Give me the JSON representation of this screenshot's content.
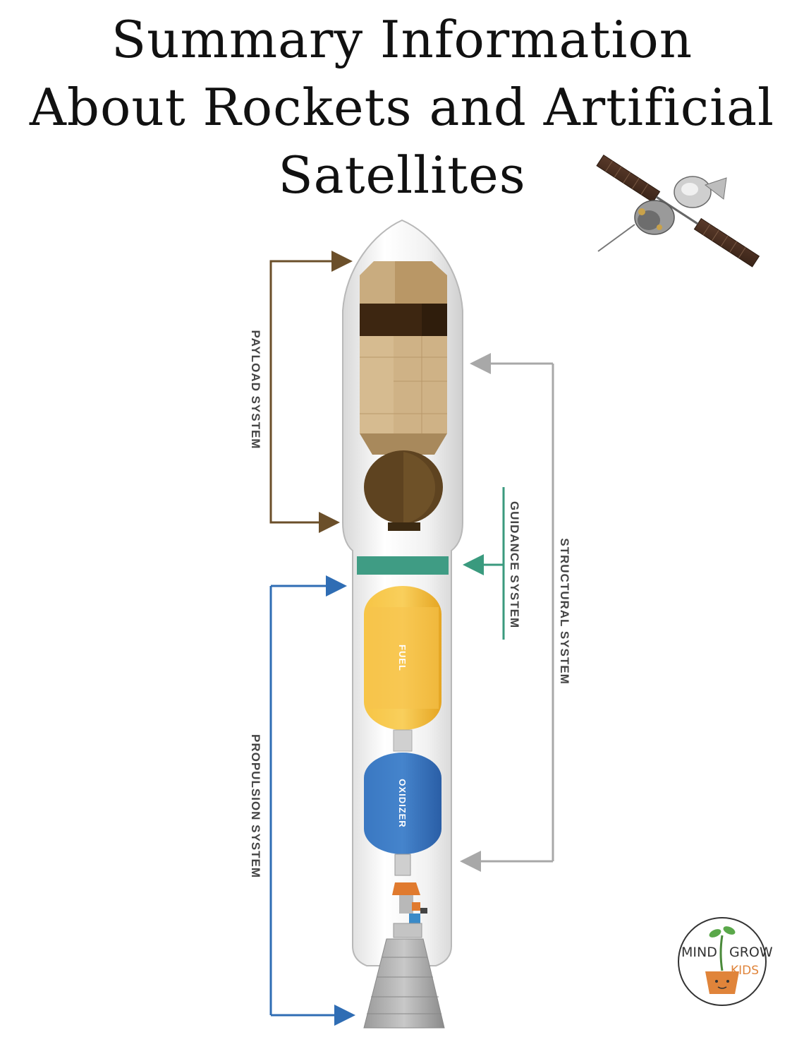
{
  "title": {
    "lines": [
      "Summary Information",
      "About Rockets and Artificial",
      "Satellites"
    ]
  },
  "labels": {
    "payload": "PAYLOAD SYSTEM",
    "propulsion": "PROPULSION SYSTEM",
    "guidance": "GUIDANCE SYSTEM",
    "structural": "STRUCTURAL SYSTEM",
    "fuel": "FUEL",
    "oxidizer": "OXIDIZER"
  },
  "logo": {
    "mind": "MIND",
    "grow": "GROW",
    "kids": "KIDS"
  },
  "icons": {
    "satellite": "satellite-icon",
    "logo": "mind-grow-kids-logo"
  },
  "colors": {
    "payload_arrow": "#6b4f2a",
    "propulsion_arrow": "#2f6db4",
    "guidance_arrow": "#3a9a7e",
    "structural_arrow": "#a8a8a8",
    "fuel": "#f2b632",
    "oxidizer": "#2f6db4",
    "guidance_band": "#3f9c84"
  }
}
